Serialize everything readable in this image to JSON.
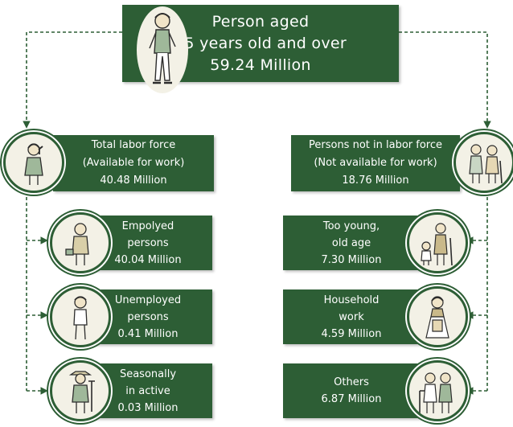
{
  "root": {
    "lines": [
      "Person aged",
      "15 years old and over",
      "59.24 Million"
    ]
  },
  "labor_force": {
    "lines": [
      "Total labor force",
      "(Available for work)",
      "40.48 Million"
    ],
    "children": [
      {
        "lines": [
          "Empolyed",
          "persons",
          "40.04 Million"
        ]
      },
      {
        "lines": [
          "Unemployed",
          "persons",
          "0.41 Million"
        ]
      },
      {
        "lines": [
          "Seasonally",
          "in active",
          "0.03 Million"
        ]
      }
    ]
  },
  "not_labor_force": {
    "lines": [
      "Persons not in labor force",
      "(Not available for work)",
      "18.76 Million"
    ],
    "children": [
      {
        "lines": [
          "Too young,",
          "old age",
          "7.30 Million"
        ]
      },
      {
        "lines": [
          "Household",
          "work",
          "4.59 Million"
        ]
      },
      {
        "lines": [
          "Others",
          "6.87 Million"
        ]
      }
    ]
  },
  "colors": {
    "box_fill": "#2d5e35",
    "box_text": "#ffffff",
    "circle_fill": "#f3f1e6",
    "connector": "#2d5e35"
  },
  "icons": {
    "root": "standing-person-icon",
    "labor_force": "woman-on-phone-icon",
    "not_labor_force": "elderly-couple-icon",
    "employed": "worker-with-briefcase-icon",
    "unemployed": "young-man-standing-icon",
    "seasonal": "farmer-with-hoe-icon",
    "too_young_old": "elder-with-child-icon",
    "household": "housewife-icon",
    "others": "two-persons-icon"
  }
}
